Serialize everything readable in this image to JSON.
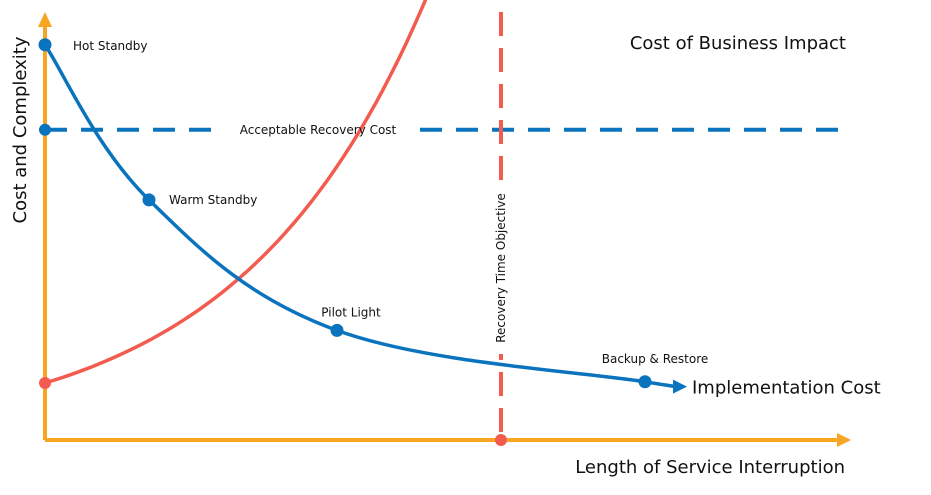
{
  "chart_data": {
    "type": "line",
    "xlabel": "Length of Service Interruption",
    "ylabel": "Cost and Complexity",
    "series": [
      {
        "name": "Implementation Cost",
        "color": "#0a73be",
        "points": [
          {
            "label": "Hot Standby",
            "x": 0.0,
            "y": 0.93
          },
          {
            "label": "Warm Standby",
            "x": 0.13,
            "y": 0.565
          },
          {
            "label": "Pilot Light",
            "x": 0.365,
            "y": 0.258
          },
          {
            "label": "Backup & Restore",
            "x": 0.75,
            "y": 0.137
          }
        ]
      },
      {
        "name": "Cost of Business Impact",
        "color": "#f45b4f",
        "start": {
          "x": 0.0,
          "y": 0.134
        },
        "growth": 4.3
      }
    ],
    "reference_lines": [
      {
        "orientation": "horizontal",
        "label": "Acceptable Recovery Cost",
        "y": 0.73,
        "color": "#0a73be"
      },
      {
        "orientation": "vertical",
        "label": "Recovery Time Objective",
        "x": 0.57,
        "color": "#f45b4f"
      }
    ],
    "axis_color": "#f6a623",
    "xlim": [
      0,
      1
    ],
    "ylim": [
      0,
      1
    ],
    "grid": false
  }
}
